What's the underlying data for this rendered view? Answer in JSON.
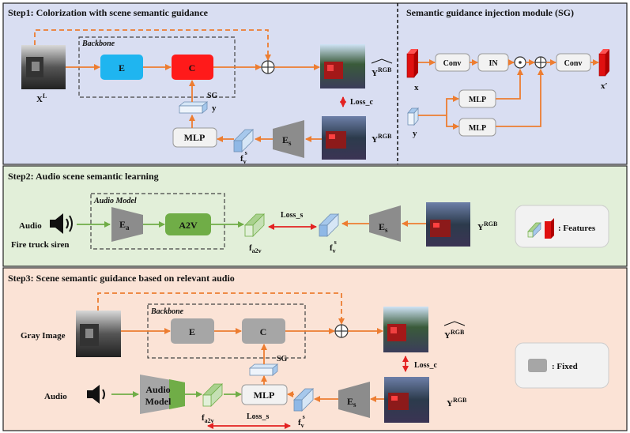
{
  "step1": {
    "title": "Step1: Colorization with scene semantic guidance",
    "backbone": "Backbone",
    "encoder": "E",
    "colorizer": "C",
    "sg": "SG",
    "y": "y",
    "mlp": "MLP",
    "xl": "X",
    "xl_sup": "L",
    "yhat": "Y",
    "yhat_sup": "RGB",
    "yrgb": "Y",
    "yrgb_sup": "RGB",
    "loss_c": "Loss_c",
    "es": "E",
    "es_sub": "s",
    "fv": "f",
    "fv_sub": "v",
    "fv_sup": "s"
  },
  "sg_module": {
    "title": "Semantic guidance injection module (SG)",
    "conv1": "Conv",
    "in": "IN",
    "conv2": "Conv",
    "mlp1": "MLP",
    "mlp2": "MLP",
    "x": "x",
    "y": "y",
    "xprime": "x′",
    "dot": "⊙",
    "plus": "⊕"
  },
  "step2": {
    "title": "Step2: Audio scene semantic learning",
    "audio": "Audio",
    "siren": "Fire truck siren",
    "audio_model": "Audio Model",
    "ea": "E",
    "ea_sub": "a",
    "a2v": "A2V",
    "fa2v": "f",
    "fa2v_sub": "a2v",
    "loss_s": "Loss_s",
    "fv": "f",
    "fv_sub": "v",
    "fv_sup": "s",
    "es": "E",
    "es_sub": "s",
    "yrgb": "Y",
    "yrgb_sup": "RGB",
    "legend_features": ":  Features"
  },
  "step3": {
    "title": "Step3: Scene semantic guidance based on relevant audio",
    "gray_image": "Gray Image",
    "backbone": "Backbone",
    "encoder": "E",
    "colorizer": "C",
    "sg": "SG",
    "yhat": "Y",
    "yhat_sup": "RGB",
    "loss_c": "Loss_c",
    "audio": "Audio",
    "audio_model_1": "Audio",
    "audio_model_2": "Model",
    "fa2v": "f",
    "fa2v_sub": "a2v",
    "mlp": "MLP",
    "loss_s": "Loss_s",
    "fv": "f",
    "fv_sub": "v",
    "fv_sup": "s",
    "es": "E",
    "es_sub": "s",
    "yrgb": "Y",
    "yrgb_sup": "RGB",
    "legend_fixed": ":  Fixed"
  },
  "colors": {
    "panel_blue": "#d9def2",
    "panel_green": "#e2efd9",
    "panel_orange": "#fbe3d6",
    "encoder_blue": "#1fb5f0",
    "colorizer_red": "#ff1a1a",
    "a2v_green": "#70ad47",
    "arrow_orange": "#ed7d31",
    "arrow_green": "#70ad47",
    "loss_red": "#e32222",
    "fixed_gray": "#a6a6a6"
  }
}
